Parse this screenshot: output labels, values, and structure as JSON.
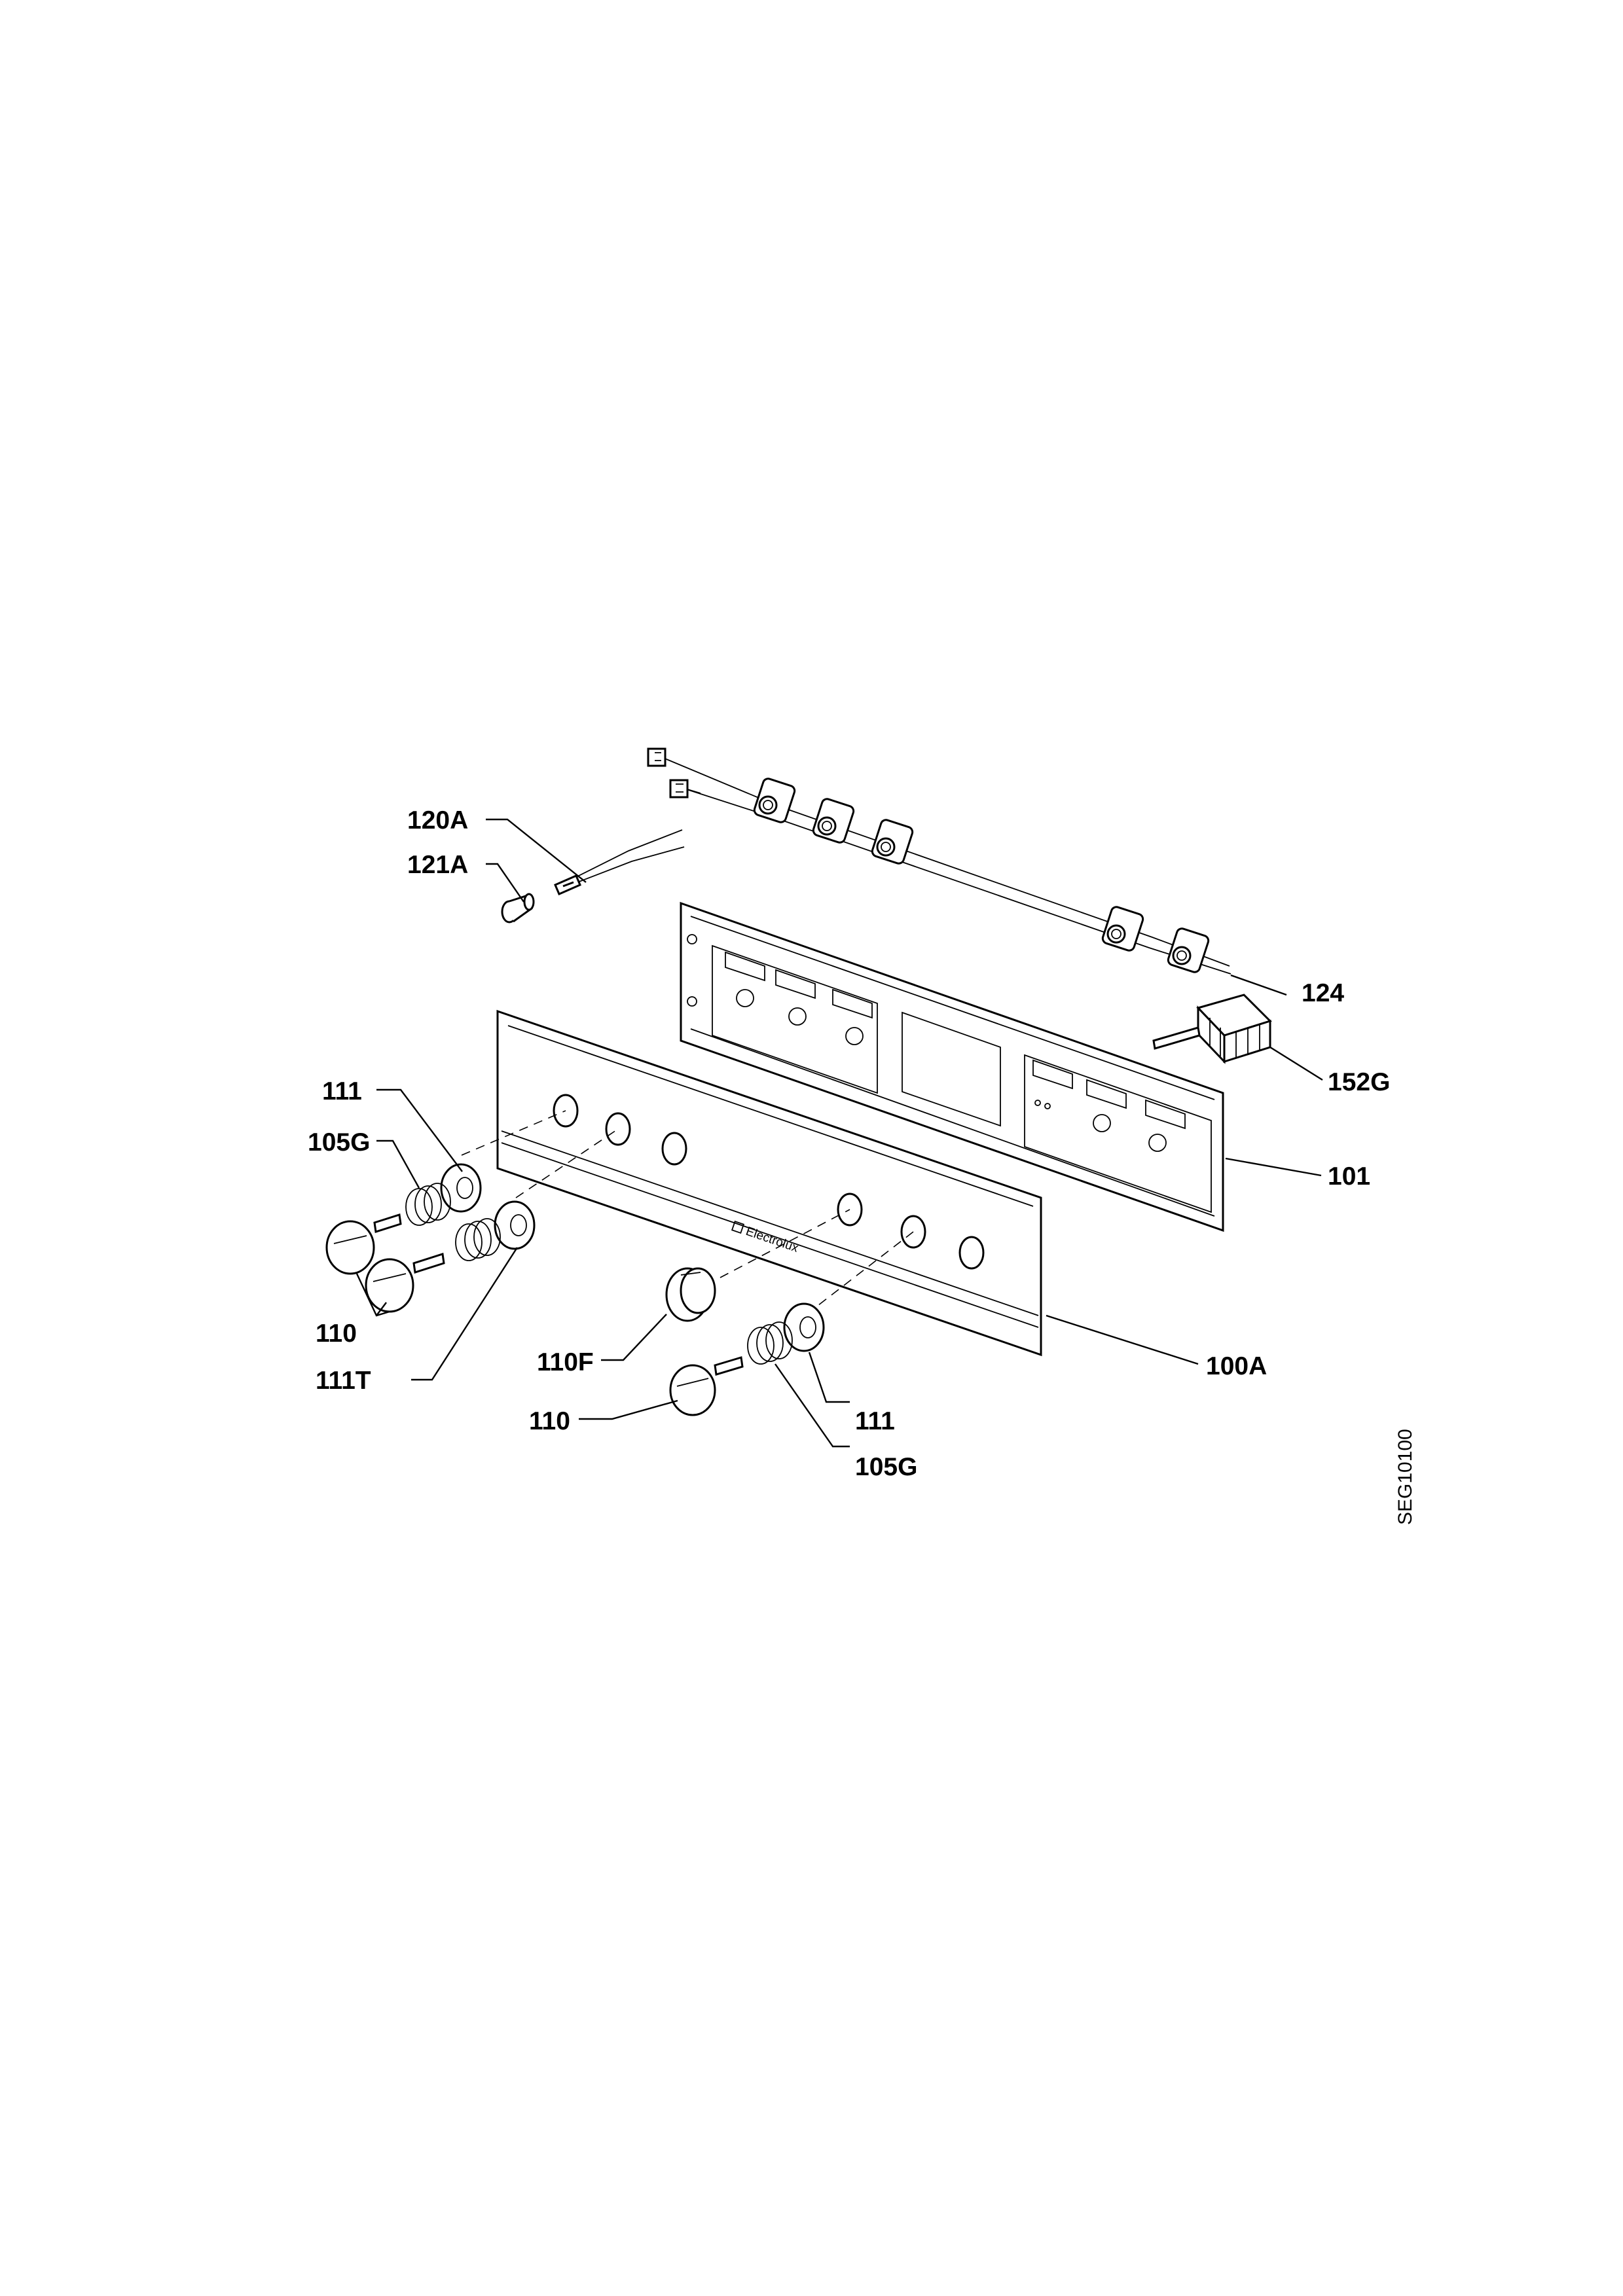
{
  "labels": {
    "l120A": "120A",
    "l121A": "121A",
    "l124": "124",
    "l152G": "152G",
    "l101": "101",
    "l111_left": "111",
    "l105G_left": "105G",
    "l110_left": "110",
    "l111T": "111T",
    "l110F": "110F",
    "l110_bottom": "110",
    "l111_bottom": "111",
    "l105G_bottom": "105G",
    "l100A": "100A"
  },
  "drawing_code": "SEG10100",
  "panel_brand": "Electrolux"
}
